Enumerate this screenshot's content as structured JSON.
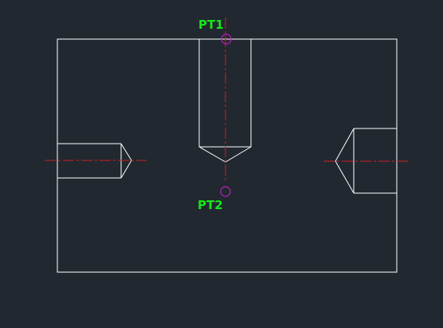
{
  "drawing": {
    "colors": {
      "background": "#212830",
      "geometry": "#ffffff",
      "centerline": "#d11f1f",
      "point_marker": "#c21fc2",
      "label": "#19e619"
    },
    "points": [
      {
        "id": "pt1",
        "label": "PT1"
      },
      {
        "id": "pt2",
        "label": "PT2"
      }
    ]
  }
}
